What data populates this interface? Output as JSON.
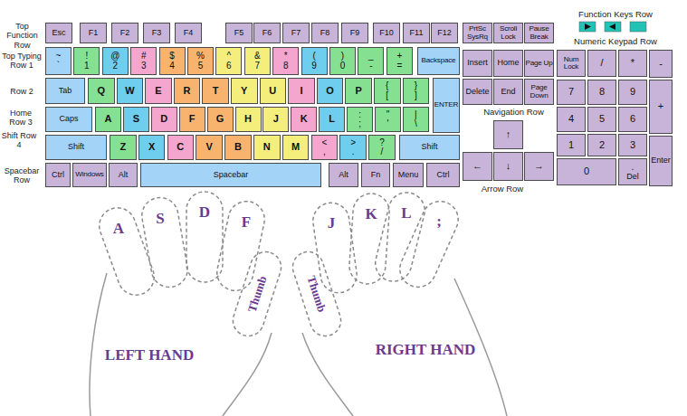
{
  "diagram": {
    "nodes": [
      {
        "text": [
          "Esc"
        ]
      },
      {
        "text": [
          "F1"
        ]
      },
      {
        "text": [
          "F2"
        ]
      },
      {
        "text": [
          "F3"
        ]
      },
      {
        "text": [
          "F4"
        ]
      },
      {
        "text": [
          "F5"
        ]
      },
      {
        "text": [
          "F6"
        ]
      },
      {
        "text": [
          "F7"
        ]
      },
      {
        "text": [
          "F8"
        ]
      },
      {
        "text": [
          "F9"
        ]
      },
      {
        "text": [
          "F10"
        ]
      },
      {
        "text": [
          "F11"
        ]
      },
      {
        "text": [
          "F12"
        ]
      },
      {
        "text": [
          "PrtSc SysRq"
        ]
      },
      {
        "text": [
          "Scroll Lock"
        ]
      },
      {
        "text": [
          "Pause Break"
        ]
      },
      {
        "text": [
          "~",
          "`"
        ]
      },
      {
        "text": [
          "!",
          "1"
        ]
      },
      {
        "text": [
          "@",
          "2"
        ]
      },
      {
        "text": [
          "#",
          "3"
        ]
      },
      {
        "text": [
          "$",
          "4"
        ]
      },
      {
        "text": [
          "%",
          "5"
        ]
      },
      {
        "text": [
          "^",
          "6"
        ]
      },
      {
        "text": [
          "&",
          "7"
        ]
      },
      {
        "text": [
          "*",
          "8"
        ]
      },
      {
        "text": [
          "(",
          "9"
        ]
      },
      {
        "text": [
          ")",
          "0"
        ]
      },
      {
        "text": [
          "_",
          "-"
        ]
      },
      {
        "text": [
          "+",
          "="
        ]
      },
      {
        "text": [
          "Backspace"
        ]
      },
      {
        "text": [
          "Tab"
        ]
      },
      {
        "text": [
          "Q"
        ]
      },
      {
        "text": [
          "W"
        ]
      },
      {
        "text": [
          "E"
        ]
      },
      {
        "text": [
          "R"
        ]
      },
      {
        "text": [
          "T"
        ]
      },
      {
        "text": [
          "Y"
        ]
      },
      {
        "text": [
          "U"
        ]
      },
      {
        "text": [
          "I"
        ]
      },
      {
        "text": [
          "O"
        ]
      },
      {
        "text": [
          "P"
        ]
      },
      {
        "text": [
          "{",
          "["
        ]
      },
      {
        "text": [
          "}",
          "]"
        ]
      },
      {
        "text": [
          "ENTER"
        ]
      },
      {
        "text": [
          "Caps"
        ]
      },
      {
        "text": [
          "A"
        ]
      },
      {
        "text": [
          "S"
        ]
      },
      {
        "text": [
          "D"
        ]
      },
      {
        "text": [
          "F"
        ]
      },
      {
        "text": [
          "G"
        ]
      },
      {
        "text": [
          "H"
        ]
      },
      {
        "text": [
          "J"
        ]
      },
      {
        "text": [
          "K"
        ]
      },
      {
        "text": [
          "L"
        ]
      },
      {
        "text": [
          ":",
          ";"
        ]
      },
      {
        "text": [
          "\"",
          "'"
        ]
      },
      {
        "text": [
          "|",
          "\\"
        ]
      },
      {
        "text": [
          "Shift"
        ]
      },
      {
        "text": [
          "Z"
        ]
      },
      {
        "text": [
          "X"
        ]
      },
      {
        "text": [
          "C"
        ]
      },
      {
        "text": [
          "V"
        ]
      },
      {
        "text": [
          "B"
        ]
      },
      {
        "text": [
          "N"
        ]
      },
      {
        "text": [
          "M"
        ]
      },
      {
        "text": [
          "<",
          ","
        ]
      },
      {
        "text": [
          ">",
          "."
        ]
      },
      {
        "text": [
          "?",
          "/"
        ]
      },
      {
        "text": [
          "Shift"
        ]
      },
      {
        "text": [
          "Ctrl"
        ]
      },
      {
        "text": [
          "Windows"
        ]
      },
      {
        "text": [
          "Alt"
        ]
      },
      {
        "text": [
          "Spacebar"
        ]
      },
      {
        "text": [
          "Alt"
        ]
      },
      {
        "text": [
          "Fn"
        ]
      },
      {
        "text": [
          "Menu"
        ]
      },
      {
        "text": [
          "Ctrl"
        ]
      },
      {
        "text": [
          "Insert"
        ]
      },
      {
        "text": [
          "Home"
        ]
      },
      {
        "text": [
          "Page Up"
        ]
      },
      {
        "text": [
          "Delete"
        ]
      },
      {
        "text": [
          "End"
        ]
      },
      {
        "text": [
          "Page Down"
        ]
      },
      {
        "text": [
          "↑"
        ]
      },
      {
        "text": [
          "←"
        ]
      },
      {
        "text": [
          "↓"
        ]
      },
      {
        "text": [
          "→"
        ]
      },
      {
        "text": [
          "Num Lock"
        ]
      },
      {
        "text": [
          "/"
        ]
      },
      {
        "text": [
          "*"
        ]
      },
      {
        "text": [
          "-"
        ]
      },
      {
        "text": [
          "7"
        ]
      },
      {
        "text": [
          "8"
        ]
      },
      {
        "text": [
          "9"
        ]
      },
      {
        "text": [
          "+"
        ]
      },
      {
        "text": [
          "4"
        ]
      },
      {
        "text": [
          "5"
        ]
      },
      {
        "text": [
          "6"
        ]
      },
      {
        "text": [
          "1"
        ]
      },
      {
        "text": [
          "2"
        ]
      },
      {
        "text": [
          "3"
        ]
      },
      {
        "text": [
          "Enter"
        ]
      },
      {
        "text": [
          "0"
        ]
      },
      {
        "text": [
          ".",
          "Del"
        ]
      }
    ],
    "labels": [
      "Top Function Row",
      "Top Typing Row 1",
      "Row 2",
      "Home Row 3",
      "Shift Row 4",
      "Spacebar Row",
      "Function Keys Row",
      "Numeric Keypad Row",
      "Navigation Row",
      "Arrow Row",
      "A",
      "S",
      "D",
      "F",
      "J",
      "K",
      "L",
      ";",
      "Thumb",
      "Thumb",
      "LEFT HAND",
      "RIGHT HAND"
    ]
  }
}
